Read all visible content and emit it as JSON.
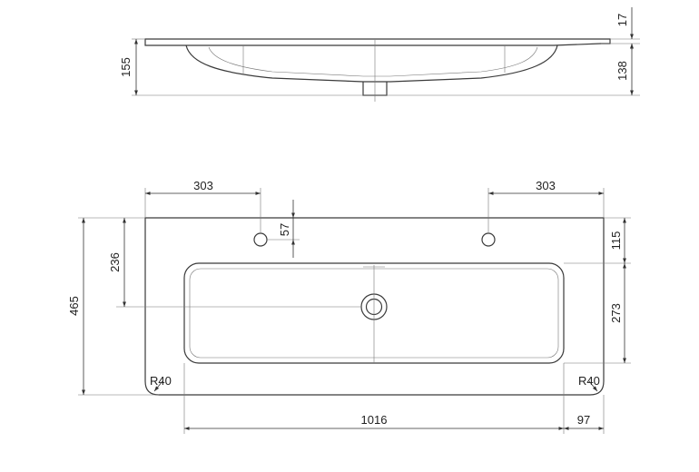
{
  "drawing": {
    "side_view": {
      "height_total": "155",
      "rim_thickness": "17",
      "bowl_depth": "138"
    },
    "top_view": {
      "tap_offset_left": "303",
      "tap_offset_right": "303",
      "tap_hole_depth": "57",
      "drain_depth": "236",
      "total_depth": "465",
      "rear_margin": "115",
      "bowl_depth": "273",
      "radius_left": "R40",
      "radius_right": "R40",
      "bowl_width": "1016",
      "side_margin": "97"
    }
  }
}
